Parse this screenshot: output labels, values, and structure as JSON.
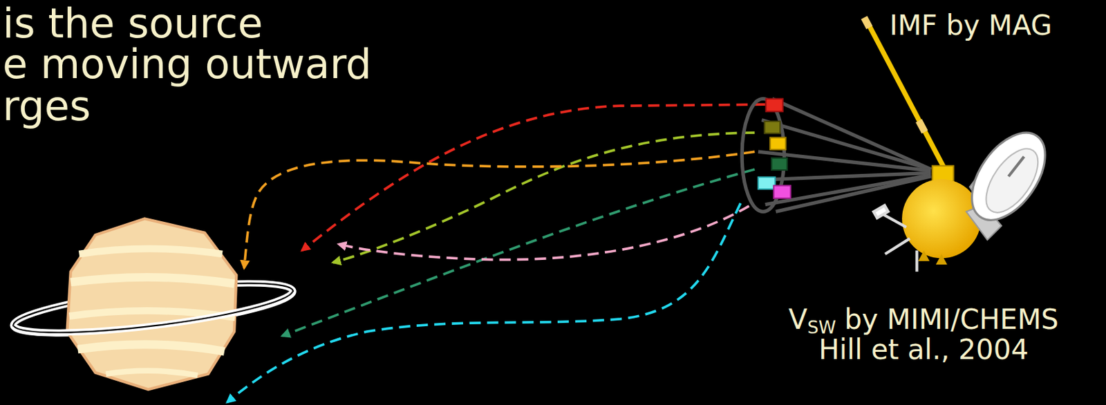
{
  "diagram": {
    "labels": [
      "is the source",
      "e moving outward",
      "rges",
      "IMF by MAG",
      "V",
      "SW",
      "by MIMI/CHEMS",
      "Hill et al., 2004"
    ]
  }
}
